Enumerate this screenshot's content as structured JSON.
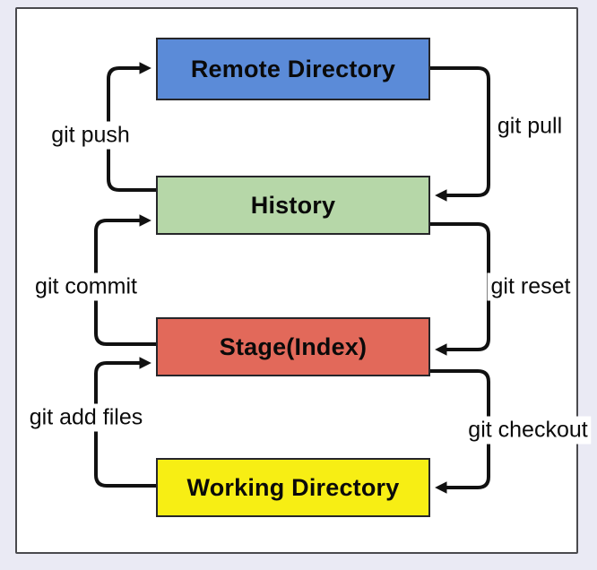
{
  "diagram": {
    "nodes": [
      {
        "id": "remote-directory",
        "label": "Remote Directory",
        "color": "#5b8bd8"
      },
      {
        "id": "history",
        "label": "History",
        "color": "#b6d7a8"
      },
      {
        "id": "stage-index",
        "label": "Stage(Index)",
        "color": "#e2695a"
      },
      {
        "id": "working-directory",
        "label": "Working Directory",
        "color": "#f7ee14"
      }
    ],
    "edges": [
      {
        "label": "git push",
        "from": "history",
        "to": "remote-directory",
        "side": "left",
        "direction": "up"
      },
      {
        "label": "git pull",
        "from": "remote-directory",
        "to": "history",
        "side": "right",
        "direction": "down"
      },
      {
        "label": "git commit",
        "from": "stage-index",
        "to": "history",
        "side": "left",
        "direction": "up"
      },
      {
        "label": "git reset",
        "from": "history",
        "to": "stage-index",
        "side": "right",
        "direction": "down"
      },
      {
        "label": "git add files",
        "from": "working-directory",
        "to": "stage-index",
        "side": "left",
        "direction": "up"
      },
      {
        "label": "git checkout",
        "from": "stage-index",
        "to": "working-directory",
        "side": "right",
        "direction": "down"
      }
    ],
    "arrow_color": "#111111",
    "panel_background": "#ffffff",
    "outer_background": "#eaeaf4"
  }
}
